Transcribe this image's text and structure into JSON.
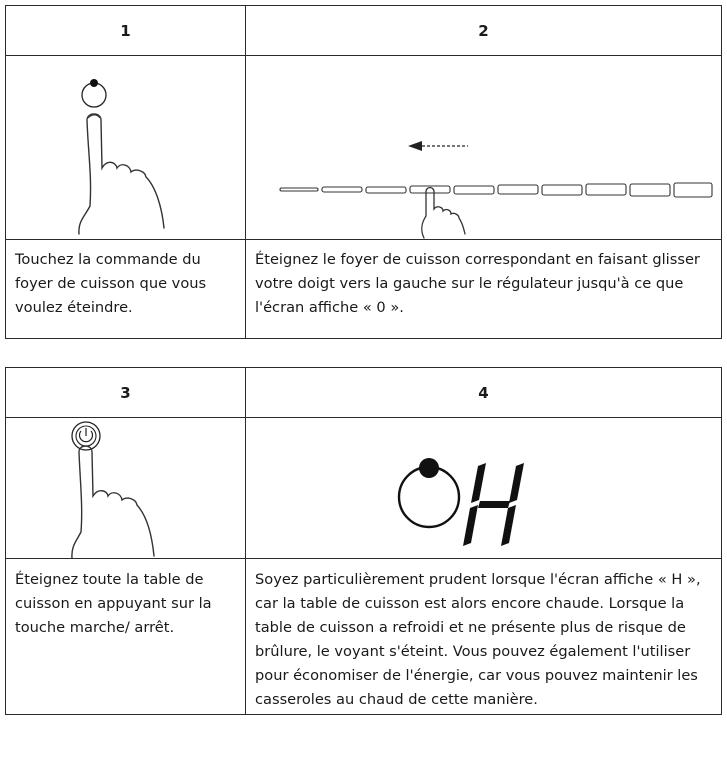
{
  "section_a": {
    "headers": [
      "1",
      "2"
    ],
    "descriptions": [
      "Touchez la commande du foyer de cuisson que vous voulez éteindre.",
      "Éteignez le foyer de cuisson correspondant en faisant glisser votre doigt vers la gauche sur le régulateur jusqu'à ce que l'écran affiche « 0 »."
    ]
  },
  "section_b": {
    "headers": [
      "3",
      "4"
    ],
    "descriptions": [
      "Éteignez toute la table de cuisson en appuyant sur la touche marche/ arrêt.",
      "Soyez particulièrement prudent lorsque l'écran affiche « H », car la table de cuisson est alors encore chaude. Lorsque la table de cuisson a refroidi et ne présente plus de risque de brûlure, le voyant s'éteint. Vous pouvez également l'utiliser pour économiser de l'énergie, car vous pouvez maintenir les casseroles  au chaud de cette manière."
    ]
  },
  "icons": [
    "burner-control-icon",
    "hand-pointer-icon",
    "slider-icon",
    "left-arrow-icon",
    "power-button-icon",
    "residual-heat-h-icon"
  ]
}
